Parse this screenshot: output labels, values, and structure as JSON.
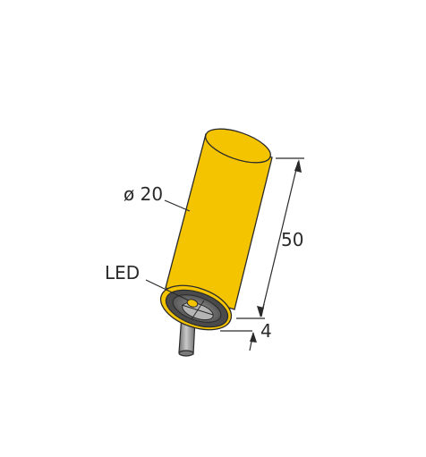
{
  "diagram": {
    "labels": {
      "diameter": "ø 20",
      "length": "50",
      "led": "LED",
      "offset": "4"
    },
    "colors": {
      "housing": "#f5c400",
      "housing_edge": "#2a2a2a",
      "face_dark": "#3a3a3a",
      "face_mid": "#8a8a8a",
      "face_light": "#b5b5b5",
      "led": "#f5c400",
      "cable": "#9a9a9a",
      "line": "#2a2a2a"
    }
  }
}
